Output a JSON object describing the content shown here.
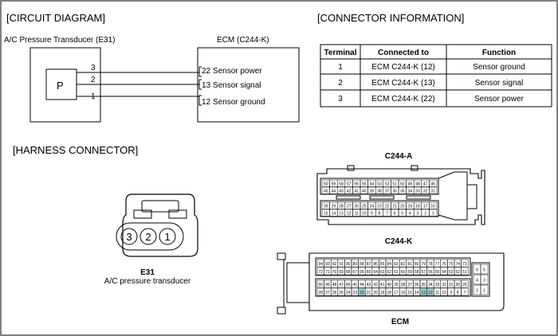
{
  "sections": {
    "circuit": "[CIRCUIT DIAGRAM]",
    "connector_info": "[CONNECTOR INFORMATION]",
    "harness": "[HARNESS CONNECTOR]"
  },
  "circuit": {
    "transducer_label": "A/C Pressure Transducer (E31)",
    "sensor_symbol": "P",
    "ecm_label": "ECM (C244-K)",
    "wires": [
      {
        "pin": "3",
        "ecm_pin": "22 Sensor power"
      },
      {
        "pin": "2",
        "ecm_pin": "13 Sensor signal"
      },
      {
        "pin": "1",
        "ecm_pin": "12 Sensor ground"
      }
    ]
  },
  "table": {
    "headers": [
      "Terminal",
      "Connected to",
      "Function"
    ],
    "rows": [
      [
        "1",
        "ECM C244-K (12)",
        "Sensor ground"
      ],
      [
        "2",
        "ECM C244-K (13)",
        "Sensor signal"
      ],
      [
        "3",
        "ECM C244-K (22)",
        "Sensor power"
      ]
    ]
  },
  "harness": {
    "e31_pins": [
      "3",
      "2",
      "1"
    ],
    "e31_name": "E31",
    "e31_desc": "A/C pressure transducer",
    "c244a_label": "C244-A",
    "c244k_label": "C244-K",
    "ecm_label": "ECM"
  },
  "c244a": {
    "rows": [
      [
        "60",
        "59",
        "58",
        "57",
        "56",
        "55",
        "54",
        "53",
        "52",
        "51",
        "50",
        "49",
        "48",
        "47",
        "46"
      ],
      [
        "45",
        "44",
        "43",
        "42",
        "41",
        "40",
        "39",
        "38",
        "37",
        "36",
        "35",
        "34",
        "33",
        "32",
        "31"
      ],
      [
        "30",
        "29",
        "28",
        "27",
        "26",
        "25",
        "24",
        "23",
        "22",
        "21",
        "20",
        "19",
        "18",
        "17",
        "16"
      ],
      [
        "15",
        "14",
        "13",
        "12",
        "11",
        "10",
        "9",
        "8",
        "7",
        "6",
        "5",
        "4",
        "3",
        "2",
        "1"
      ]
    ]
  },
  "c244k": {
    "rows": [
      [
        "94",
        "93",
        "92",
        "91",
        "90",
        "89",
        "88",
        "87",
        "86",
        "85",
        "84",
        "83",
        "82",
        "81",
        "80",
        "79",
        "78",
        "77",
        "76",
        "75",
        "74",
        "73"
      ],
      [
        "72",
        "71",
        "70",
        "69",
        "68",
        "67",
        "66",
        "65",
        "64",
        "63",
        "62",
        "61",
        "60",
        "59",
        "58",
        "57",
        "56",
        "55",
        "54",
        "53",
        "52",
        "51"
      ],
      [
        "50",
        "49",
        "48",
        "47",
        "46",
        "45",
        "44",
        "43",
        "42",
        "41",
        "40",
        "39",
        "38",
        "37",
        "36",
        "35",
        "34",
        "33",
        "32",
        "31",
        "30",
        "29"
      ],
      [
        "28",
        "27",
        "26",
        "25",
        "24",
        "23",
        "22",
        "21",
        "20",
        "19",
        "18",
        "17",
        "16",
        "15",
        "14",
        "13",
        "12",
        "11",
        "10",
        "9",
        "8",
        "7"
      ]
    ],
    "side_pins": [
      [
        "6",
        "5"
      ],
      [
        "4",
        "3"
      ],
      [
        "2",
        "1"
      ]
    ],
    "highlight": [
      "22",
      "13",
      "12"
    ]
  }
}
